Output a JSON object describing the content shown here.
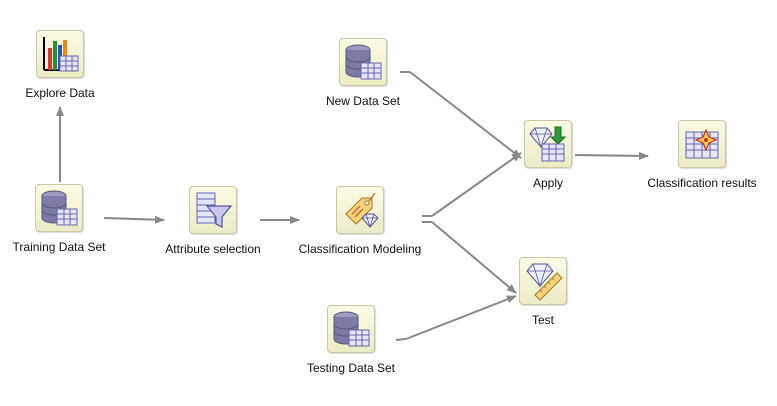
{
  "nodes": {
    "explore_data": {
      "label": "Explore Data",
      "icon": "bar-chart-table-icon"
    },
    "training_data_set": {
      "label": "Training Data Set",
      "icon": "database-table-icon"
    },
    "attribute_selection": {
      "label": "Attribute selection",
      "icon": "table-filter-icon"
    },
    "classification_modeling": {
      "label": "Classification Modeling",
      "icon": "classification-model-icon"
    },
    "new_data_set": {
      "label": "New Data Set",
      "icon": "database-table-icon"
    },
    "apply": {
      "label": "Apply",
      "icon": "apply-model-icon"
    },
    "classification_results": {
      "label": "Classification results",
      "icon": "results-table-icon"
    },
    "testing_data_set": {
      "label": "Testing Data Set",
      "icon": "database-table-icon"
    },
    "test": {
      "label": "Test",
      "icon": "test-model-icon"
    }
  },
  "edges": [
    {
      "from": "training_data_set",
      "to": "explore_data"
    },
    {
      "from": "training_data_set",
      "to": "attribute_selection"
    },
    {
      "from": "attribute_selection",
      "to": "classification_modeling"
    },
    {
      "from": "classification_modeling",
      "to": "apply"
    },
    {
      "from": "classification_modeling",
      "to": "test"
    },
    {
      "from": "new_data_set",
      "to": "apply"
    },
    {
      "from": "apply",
      "to": "classification_results"
    },
    {
      "from": "testing_data_set",
      "to": "test"
    }
  ],
  "colors": {
    "tile": "#f4f3d6",
    "edge": "#888888",
    "db": "#6b6b9c",
    "grid": "#8888cc"
  }
}
